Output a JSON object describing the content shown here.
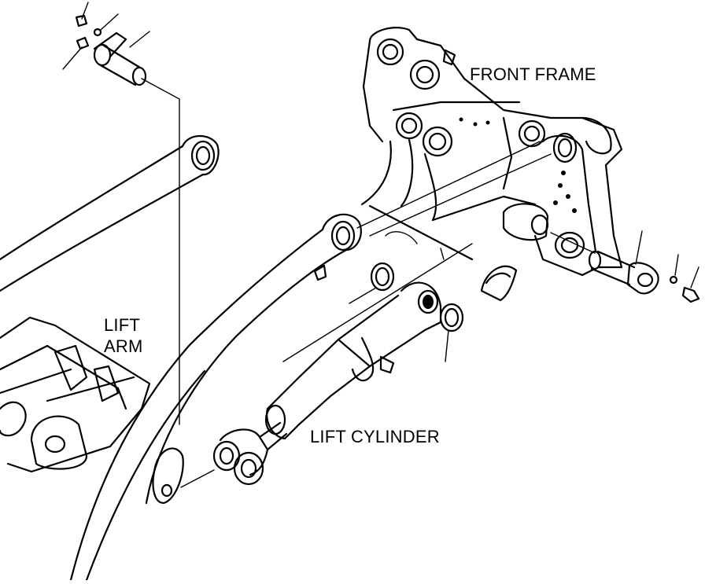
{
  "labels": {
    "front_frame": "FRONT FRAME",
    "lift_arm_line1": "LIFT",
    "lift_arm_line2": "ARM",
    "lift_cylinder": "LIFT CYLINDER"
  }
}
